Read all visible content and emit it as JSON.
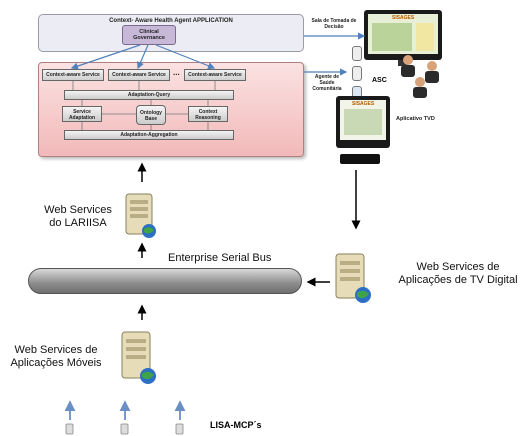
{
  "app_box": {
    "title": "Context- Aware Health Agent APPLICATION",
    "governance": "Clinical Governance"
  },
  "arch": {
    "services": [
      "Context-aware Service",
      "Context-aware Service",
      "Context-aware Service"
    ],
    "ellipsis": "...",
    "adaptation_query": "Adaptation-Query",
    "service_adaptation": "Service Adaptation",
    "ontology_base": "Ontology Base",
    "context_reasoning": "Context Reasoning",
    "adaptation_aggregation": "Adaptation-Aggregation"
  },
  "right_panel": {
    "sala": "Sala de Tomada de Decisão",
    "agente": "Agente de Saúde Comunitária",
    "asc": "ASC",
    "aplicativo_tvd": "Aplicativo TVD",
    "screen_title": "SISAGES"
  },
  "labels": {
    "ws_lariisa": "Web Services do LARIISA",
    "esb": "Enterprise Serial Bus",
    "ws_tv": "Web Services de Aplicações de TV Digital",
    "ws_mobile": "Web Services de Aplicações Móveis",
    "lisa_mcps": "LISA-MCP´s"
  },
  "colors": {
    "app_box_bg": "#ececf4",
    "arch_bg": "#f6c8c8",
    "arrow_blue": "#4f81bd",
    "pipe": "#9a9a9a",
    "governance_bg": "#c7b8d8"
  }
}
